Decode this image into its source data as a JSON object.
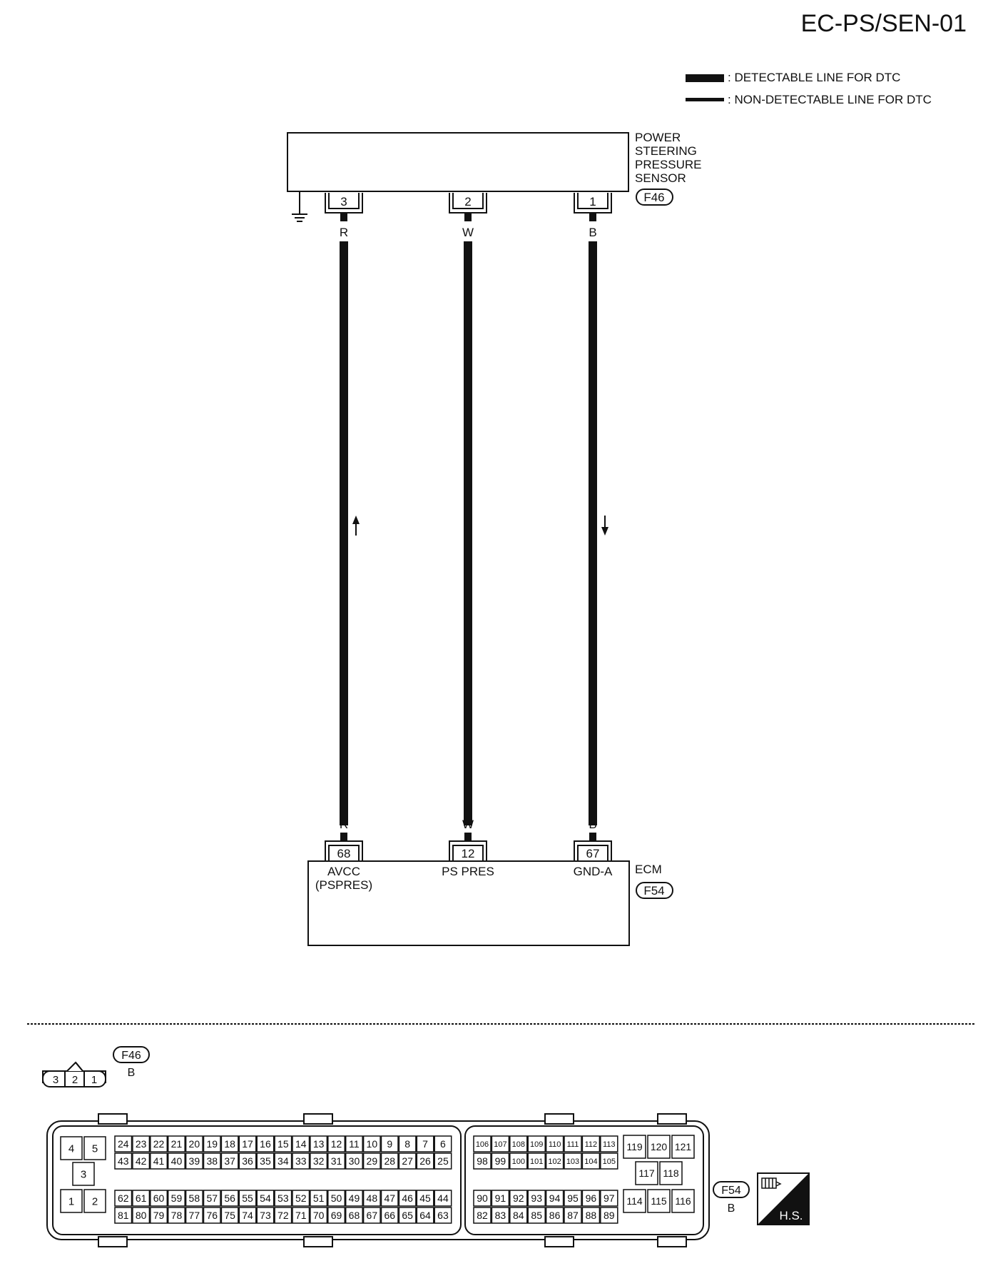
{
  "page_id": "EC-PS/SEN-01",
  "legend": [
    {
      "label": ": DETECTABLE LINE FOR DTC",
      "style": "detectable"
    },
    {
      "label": ": NON-DETECTABLE LINE FOR DTC",
      "style": "non-detectable"
    }
  ],
  "sensor": {
    "name_lines": [
      "POWER",
      "STEERING",
      "PRESSURE",
      "SENSOR"
    ],
    "connector": "F46",
    "terminals": [
      "3",
      "2",
      "1"
    ],
    "wire_colors": [
      "R",
      "W",
      "B"
    ]
  },
  "ecm": {
    "name": "ECM",
    "connector": "F54",
    "terminals": [
      "68",
      "12",
      "67"
    ],
    "wire_colors": [
      "R",
      "W",
      "B"
    ],
    "signals": [
      {
        "lines": [
          "AVCC",
          "(PSPRES)"
        ]
      },
      {
        "lines": [
          "PS PRES"
        ]
      },
      {
        "lines": [
          "GND-A"
        ]
      }
    ]
  },
  "connector_views": {
    "f46": {
      "id": "F46",
      "color": "B",
      "pins": [
        "3",
        "2",
        "1"
      ]
    },
    "f54": {
      "id": "F54",
      "color": "B",
      "left_block": {
        "top": [
          "4",
          "5"
        ],
        "middle": [
          "3"
        ],
        "bottom": [
          "1",
          "2"
        ]
      },
      "main_rows": [
        [
          "24",
          "23",
          "22",
          "21",
          "20",
          "19",
          "18",
          "17",
          "16",
          "15",
          "14",
          "13",
          "12",
          "11",
          "10",
          "9",
          "8",
          "7",
          "6"
        ],
        [
          "43",
          "42",
          "41",
          "40",
          "39",
          "38",
          "37",
          "36",
          "35",
          "34",
          "33",
          "32",
          "31",
          "30",
          "29",
          "28",
          "27",
          "26",
          "25"
        ],
        [
          "62",
          "61",
          "60",
          "59",
          "58",
          "57",
          "56",
          "55",
          "54",
          "53",
          "52",
          "51",
          "50",
          "49",
          "48",
          "47",
          "46",
          "45",
          "44"
        ],
        [
          "81",
          "80",
          "79",
          "78",
          "77",
          "76",
          "75",
          "74",
          "73",
          "72",
          "71",
          "70",
          "69",
          "68",
          "67",
          "66",
          "65",
          "64",
          "63"
        ]
      ],
      "right_rows": [
        [
          "106",
          "107",
          "108",
          "109",
          "110",
          "111",
          "112",
          "113"
        ],
        [
          "98",
          "99",
          "100",
          "101",
          "102",
          "103",
          "104",
          "105"
        ],
        [
          "90",
          "91",
          "92",
          "93",
          "94",
          "95",
          "96",
          "97"
        ],
        [
          "82",
          "83",
          "84",
          "85",
          "86",
          "87",
          "88",
          "89"
        ]
      ],
      "far_right": {
        "top": [
          "119",
          "120",
          "121"
        ],
        "middle": [
          "117",
          "118"
        ],
        "bottom": [
          "114",
          "115",
          "116"
        ]
      }
    }
  },
  "hs_badge": {
    "label": "H.S."
  },
  "colors": {
    "ink": "#111111",
    "paper": "#ffffff"
  }
}
